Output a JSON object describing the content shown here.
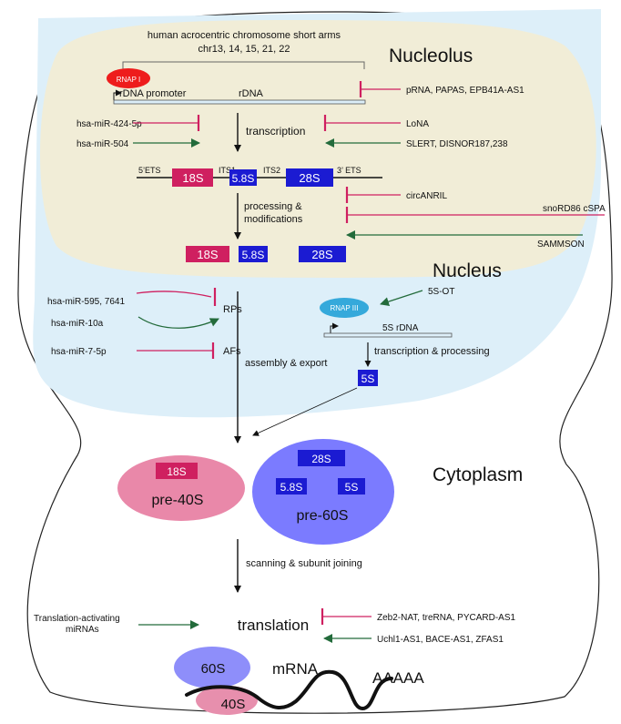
{
  "colors": {
    "nucleus": "#ddeff9",
    "nucleolus": "#f1edd7",
    "inhibit": "#cf2060",
    "activate": "#236b3b",
    "rrna_18s": "#cf2060",
    "rrna_blue": "#1b1bd2",
    "rnap1": "#ee1c1c",
    "rnap3": "#35a9db",
    "pre40s": "#e988a9",
    "pre60s": "#7b7bff",
    "ribo60s": "#8e8efa",
    "ribo40s": "#e78fad"
  },
  "compartments": {
    "nucleolus": "Nucleolus",
    "nucleus": "Nucleus",
    "cytoplasm": "Cytoplasm"
  },
  "chromosome": {
    "line1": "human acrocentric chromosome short arms",
    "line2": "chr13, 14, 15, 21, 22"
  },
  "rnap1": "RNAP I",
  "rnap3": "RNAP III",
  "rdna_promoter": "rDNA promoter",
  "rdna": "rDNA",
  "rdna_5s": "5S rDNA",
  "steps": {
    "transcription": "transcription",
    "processing_1": "processing &",
    "processing_2": "modifications",
    "transcription_processing": "transcription & processing",
    "assembly_export": "assembly & export",
    "scanning": "scanning & subunit joining",
    "translation": "translation"
  },
  "precursor": {
    "ets5": "5’ETS",
    "its1": "ITS1",
    "its2": "ITS2",
    "ets3": "3’ ETS",
    "s18": "18S",
    "s58": "5.8S",
    "s28": "28S"
  },
  "mature": {
    "s18": "18S",
    "s58": "5.8S",
    "s28": "28S",
    "s5": "5S"
  },
  "factors": {
    "rps": "RPs",
    "afs": "AFs"
  },
  "regulators": {
    "prna": "pRNA, PAPAS, EPB41A-AS1",
    "mir424": "hsa-miR-424-5p",
    "lona": "LoNA",
    "mir504": "hsa-miR-504",
    "slert": "SLERT,  DISNOR187,238",
    "circanril": "circANRIL",
    "snord86": "snoRD86 cSPA",
    "sammson": "SAMMSON",
    "ot5s": "5S-OT",
    "mir595": "hsa-miR-595, 7641",
    "mir10a": "hsa-miR-10a",
    "mir7": "hsa-miR-7-5p",
    "zeb2": "Zeb2-NAT, treRNA, PYCARD-AS1",
    "uchl1": "Uchl1-AS1, BACE-AS1, ZFAS1",
    "tam_1": "Translation-activating",
    "tam_2": "miRNAs"
  },
  "particles": {
    "pre40s": "pre-40S",
    "pre60s": "pre-60S",
    "s18": "18S",
    "s28": "28S",
    "s58": "5.8S",
    "s5": "5S"
  },
  "ribosome": {
    "s60": "60S",
    "s40": "40S",
    "mrna": "mRNA",
    "polya": "AAAAA"
  }
}
